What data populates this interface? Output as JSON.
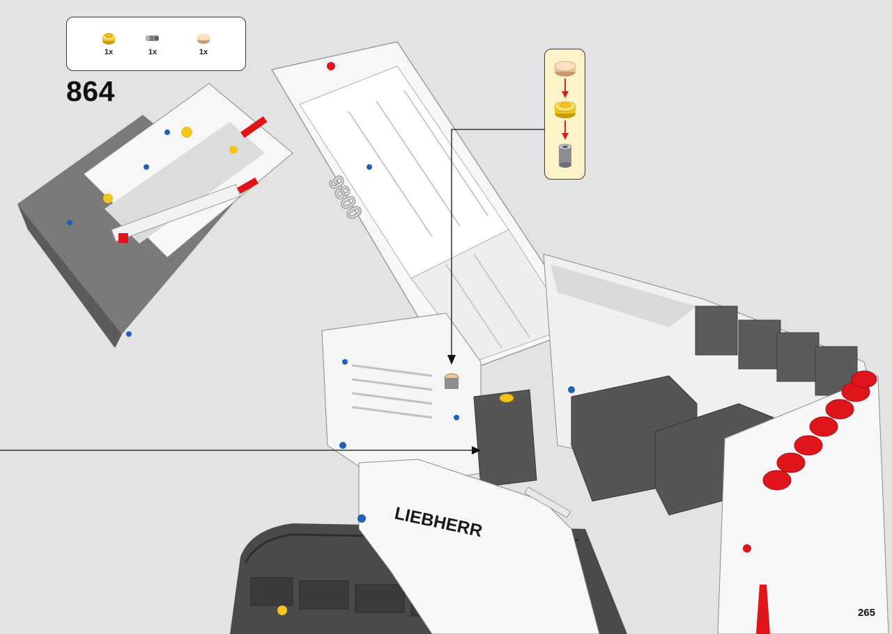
{
  "step": {
    "number": "864"
  },
  "page": {
    "number": "265"
  },
  "parts_list": [
    {
      "icon": "yellow-round-tile-icon",
      "color": "#f2c51c",
      "qty": "1x"
    },
    {
      "icon": "grey-pin-icon",
      "color": "#8a8d91",
      "qty": "1x"
    },
    {
      "icon": "tan-round-tile-icon",
      "color": "#f0c79b",
      "qty": "1x"
    }
  ],
  "submodel": {
    "parts": [
      "tan-round-tile-icon",
      "yellow-round-tile-icon",
      "grey-connector-icon"
    ],
    "arrow_color": "#d42020"
  },
  "model": {
    "brand_label": "LIEBHERR",
    "model_label": "9800",
    "colors": {
      "white": "#f7f7f7",
      "dark_grey": "#5b5b5b",
      "light_grey": "#a9a9a9",
      "red": "#e0141b",
      "blue": "#1f62b8",
      "yellow": "#f2c51c"
    }
  }
}
